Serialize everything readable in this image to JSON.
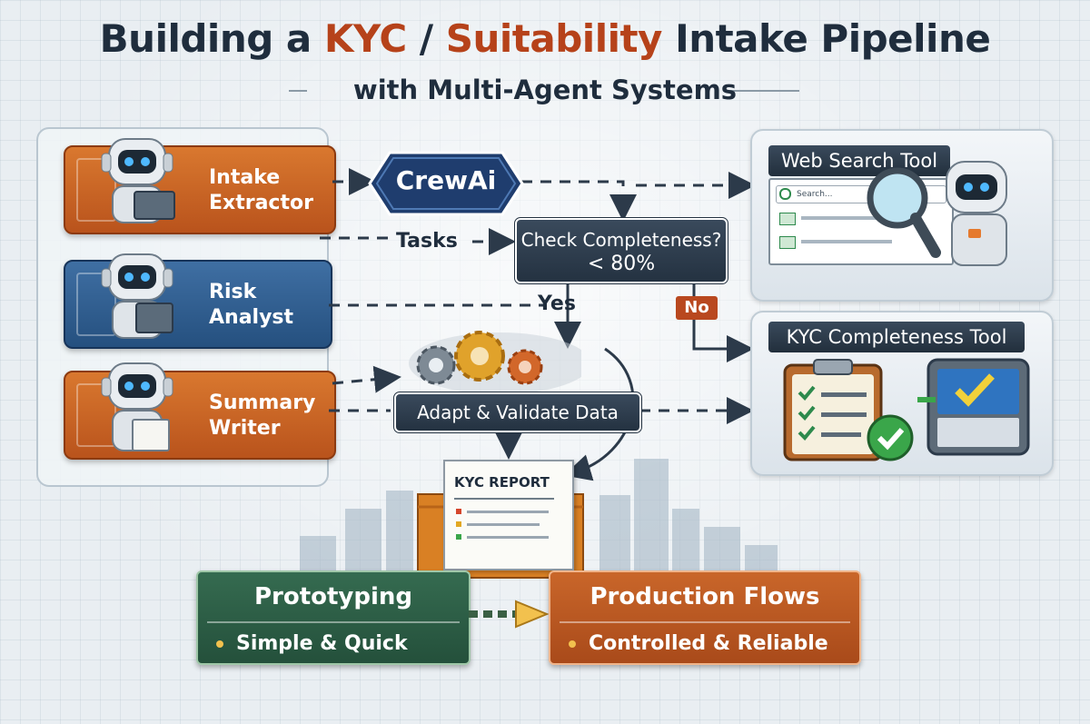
{
  "title": {
    "pre": "Building a ",
    "kyc": "KYC",
    "slash": " / ",
    "suitability": "Suitability",
    "post": " Intake Pipeline"
  },
  "subtitle": "with Multi-Agent Systems",
  "agents": [
    {
      "line1": "Intake",
      "line2": "Extractor"
    },
    {
      "line1": "Risk",
      "line2": "Analyst"
    },
    {
      "line1": "Summary",
      "line2": "Writer"
    }
  ],
  "crewai": "CrewAi",
  "tasks_label": "Tasks",
  "check": {
    "line1": "Check Completeness?",
    "line2": "< 80%"
  },
  "yes_label": "Yes",
  "no_label": "No",
  "adapt": "Adapt & Validate Data",
  "web_tool": {
    "title": "Web Search Tool",
    "search_placeholder": "Search..."
  },
  "kyc_tool": {
    "title": "KYC Completeness Tool"
  },
  "report": {
    "title": "KYC REPORT"
  },
  "prototyping": {
    "title": "Prototyping",
    "bullet": "Simple & Quick"
  },
  "production": {
    "title": "Production Flows",
    "bullet": "Controlled & Reliable"
  },
  "colors": {
    "orange": "#c4612a",
    "blue": "#2f5e91",
    "green": "#2f5e46",
    "dark": "#2c3a4a",
    "accent": "#b6421a"
  },
  "icons": [
    "robot-icon",
    "gear-icon",
    "clipboard-icon",
    "checkmark-icon",
    "magnifier-icon",
    "report-icon",
    "arrow-icon"
  ]
}
